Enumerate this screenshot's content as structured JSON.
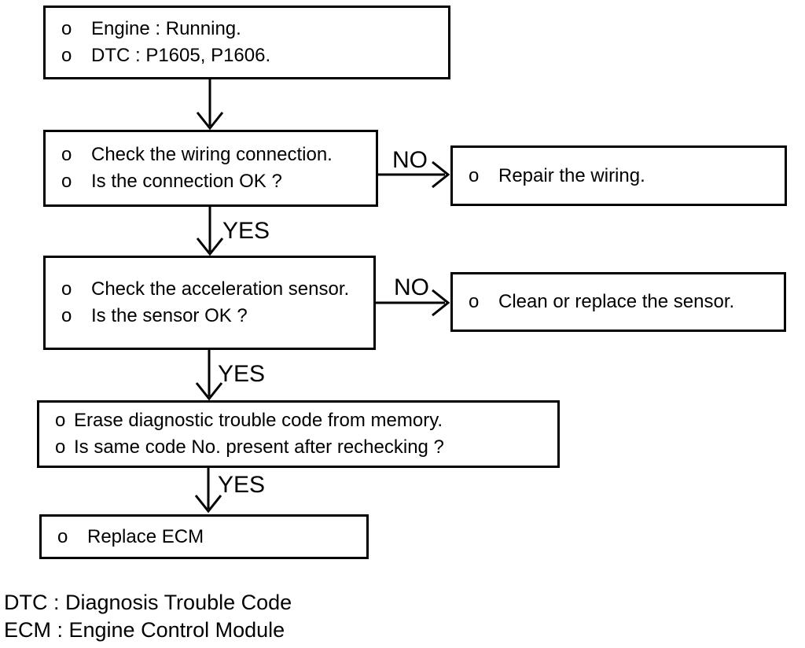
{
  "diagram": {
    "bullet": "o",
    "boxes": {
      "start": {
        "items": [
          "Engine : Running.",
          "DTC : P1605, P1606."
        ]
      },
      "check_wiring": {
        "items": [
          "Check the wiring connection.",
          "Is the connection OK ?"
        ]
      },
      "repair_wiring": {
        "items": [
          "Repair the wiring."
        ]
      },
      "check_sensor": {
        "items": [
          "Check the acceleration sensor.",
          "Is the sensor OK ?"
        ]
      },
      "clean_sensor": {
        "items": [
          "Clean or replace the sensor."
        ]
      },
      "erase_code": {
        "items": [
          "Erase diagnostic trouble code from memory.",
          "Is same code No. present after rechecking ?"
        ]
      },
      "replace_ecm": {
        "items": [
          "Replace ECM"
        ]
      }
    },
    "labels": {
      "yes": "YES",
      "no": "NO"
    },
    "footnotes": {
      "dtc": "DTC : Diagnosis Trouble Code",
      "ecm": "ECM : Engine Control Module"
    }
  }
}
